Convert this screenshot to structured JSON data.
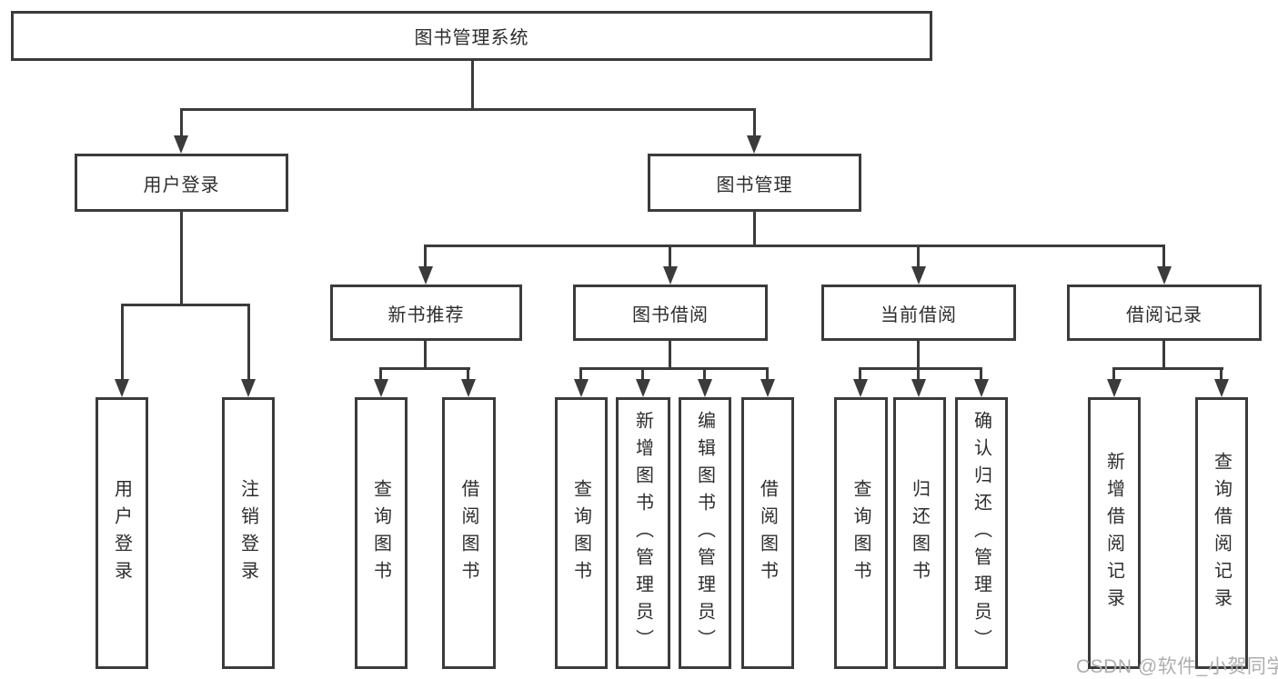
{
  "diagram": {
    "root": "图书管理系统",
    "branches": [
      {
        "label": "用户登录",
        "children": [
          "用户登录",
          "注销登录"
        ]
      },
      {
        "label": "图书管理",
        "sections": [
          {
            "label": "新书推荐",
            "children": [
              "查询图书",
              "借阅图书"
            ]
          },
          {
            "label": "图书借阅",
            "children": [
              "查询图书",
              "新增图书（管理员）",
              "编辑图书（管理员）",
              "借阅图书"
            ]
          },
          {
            "label": "当前借阅",
            "children": [
              "查询图书",
              "归还图书",
              "确认归还（管理员）"
            ]
          },
          {
            "label": "借阅记录",
            "children": [
              "新增借阅记录",
              "查询借阅记录"
            ]
          }
        ]
      }
    ],
    "watermark": "CSDN @软件_小贺同学",
    "colors": {
      "line": "#3b3b3b",
      "text": "#2d2d2d",
      "watermark": "#aeaeae",
      "background": "#ffffff"
    }
  }
}
